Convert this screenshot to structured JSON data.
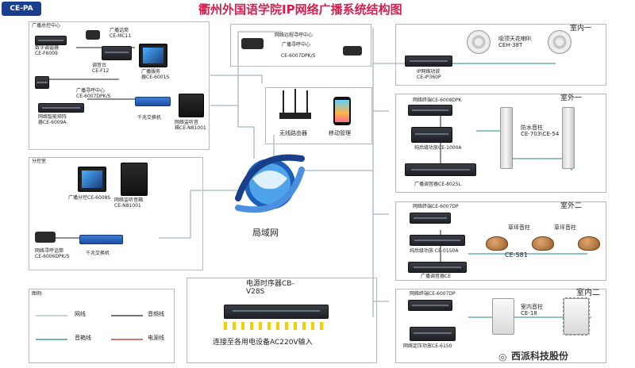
{
  "header": {
    "logo_text": "CE-PA",
    "title": "衢州外国语学院IP网络广播系统结构图"
  },
  "broadcast_center": {
    "title": "广播总控中心",
    "d_mc11": "广播话筒\nCE-MC11",
    "d_f6009": "数字调谐器\nCE-F6009",
    "d_f12": "调音台\nCE-F12",
    "d_6001s": "广播服务\n器CE-6001S",
    "d_6007dpks": "广播寻呼中心\nCE-6007DPK/S",
    "d_6009a": "网络智能矩阵\n器CE-6009A",
    "d_switch": "千兆交换机",
    "d_n81001": "网络监听音\n箱CE-N81001"
  },
  "paging_center": {
    "label": "网络远程寻呼中心",
    "sublabel": "广播寻呼中心",
    "model": "CE-6007DPK/S"
  },
  "router": {
    "router_label": "无线路由器",
    "phone_label": "移动管理"
  },
  "sub_control": {
    "title": "分控室",
    "d_6008s": "广播分控CE-6008S",
    "d_n81001": "网络监听音箱\nCE-N81001",
    "d_6006": "网络寻呼话筒\nCE-6006DPK/S",
    "d_switch": "千兆交换机"
  },
  "lan": {
    "label": "局域网"
  },
  "indoor1": {
    "title": "室内一",
    "d_ip360p": "IP网络功放\nCE-IP360P",
    "d_speaker": "吸顶天花喇叭\nCEH-38T"
  },
  "outdoor1": {
    "title": "室外一",
    "d_6008dpk": "网络终端CE-6008DPK",
    "d_1000a": "纯后级功放CE-1000A",
    "d_8025l": "广播调音器CE-8025L",
    "d_column": "防水音柱\nCE-703\\CE-54"
  },
  "outdoor2": {
    "title": "室外二",
    "d_6007dp": "网络终端CE-6007DP",
    "d_0150": "纯后级功放 CE-0150A",
    "d_eq": "广播调音器CE",
    "d_grass": "草坪音柱",
    "d_grass_model": "CE-S81"
  },
  "indoor2": {
    "title": "室内二",
    "d_6007dp": "网络终端CE-6007DP",
    "d_amp": "网络定压功放CE-6150",
    "d_col": "室内音柱\nCE-18"
  },
  "power": {
    "title": "电源时序器CB-\nV28S",
    "caption": "连接至各用电设备AC220V输入"
  },
  "legend": {
    "title": "图例:",
    "net": "网线",
    "audio": "音频线",
    "speaker": "音箱线",
    "power": "电源线"
  },
  "watermark": {
    "text": "西派科技股份"
  },
  "colors": {
    "title": "#d81e50",
    "net_line": "#a8b4c8",
    "audio_line": "#222222",
    "speaker_line": "#1f8a8a",
    "power_line": "#c02020"
  }
}
